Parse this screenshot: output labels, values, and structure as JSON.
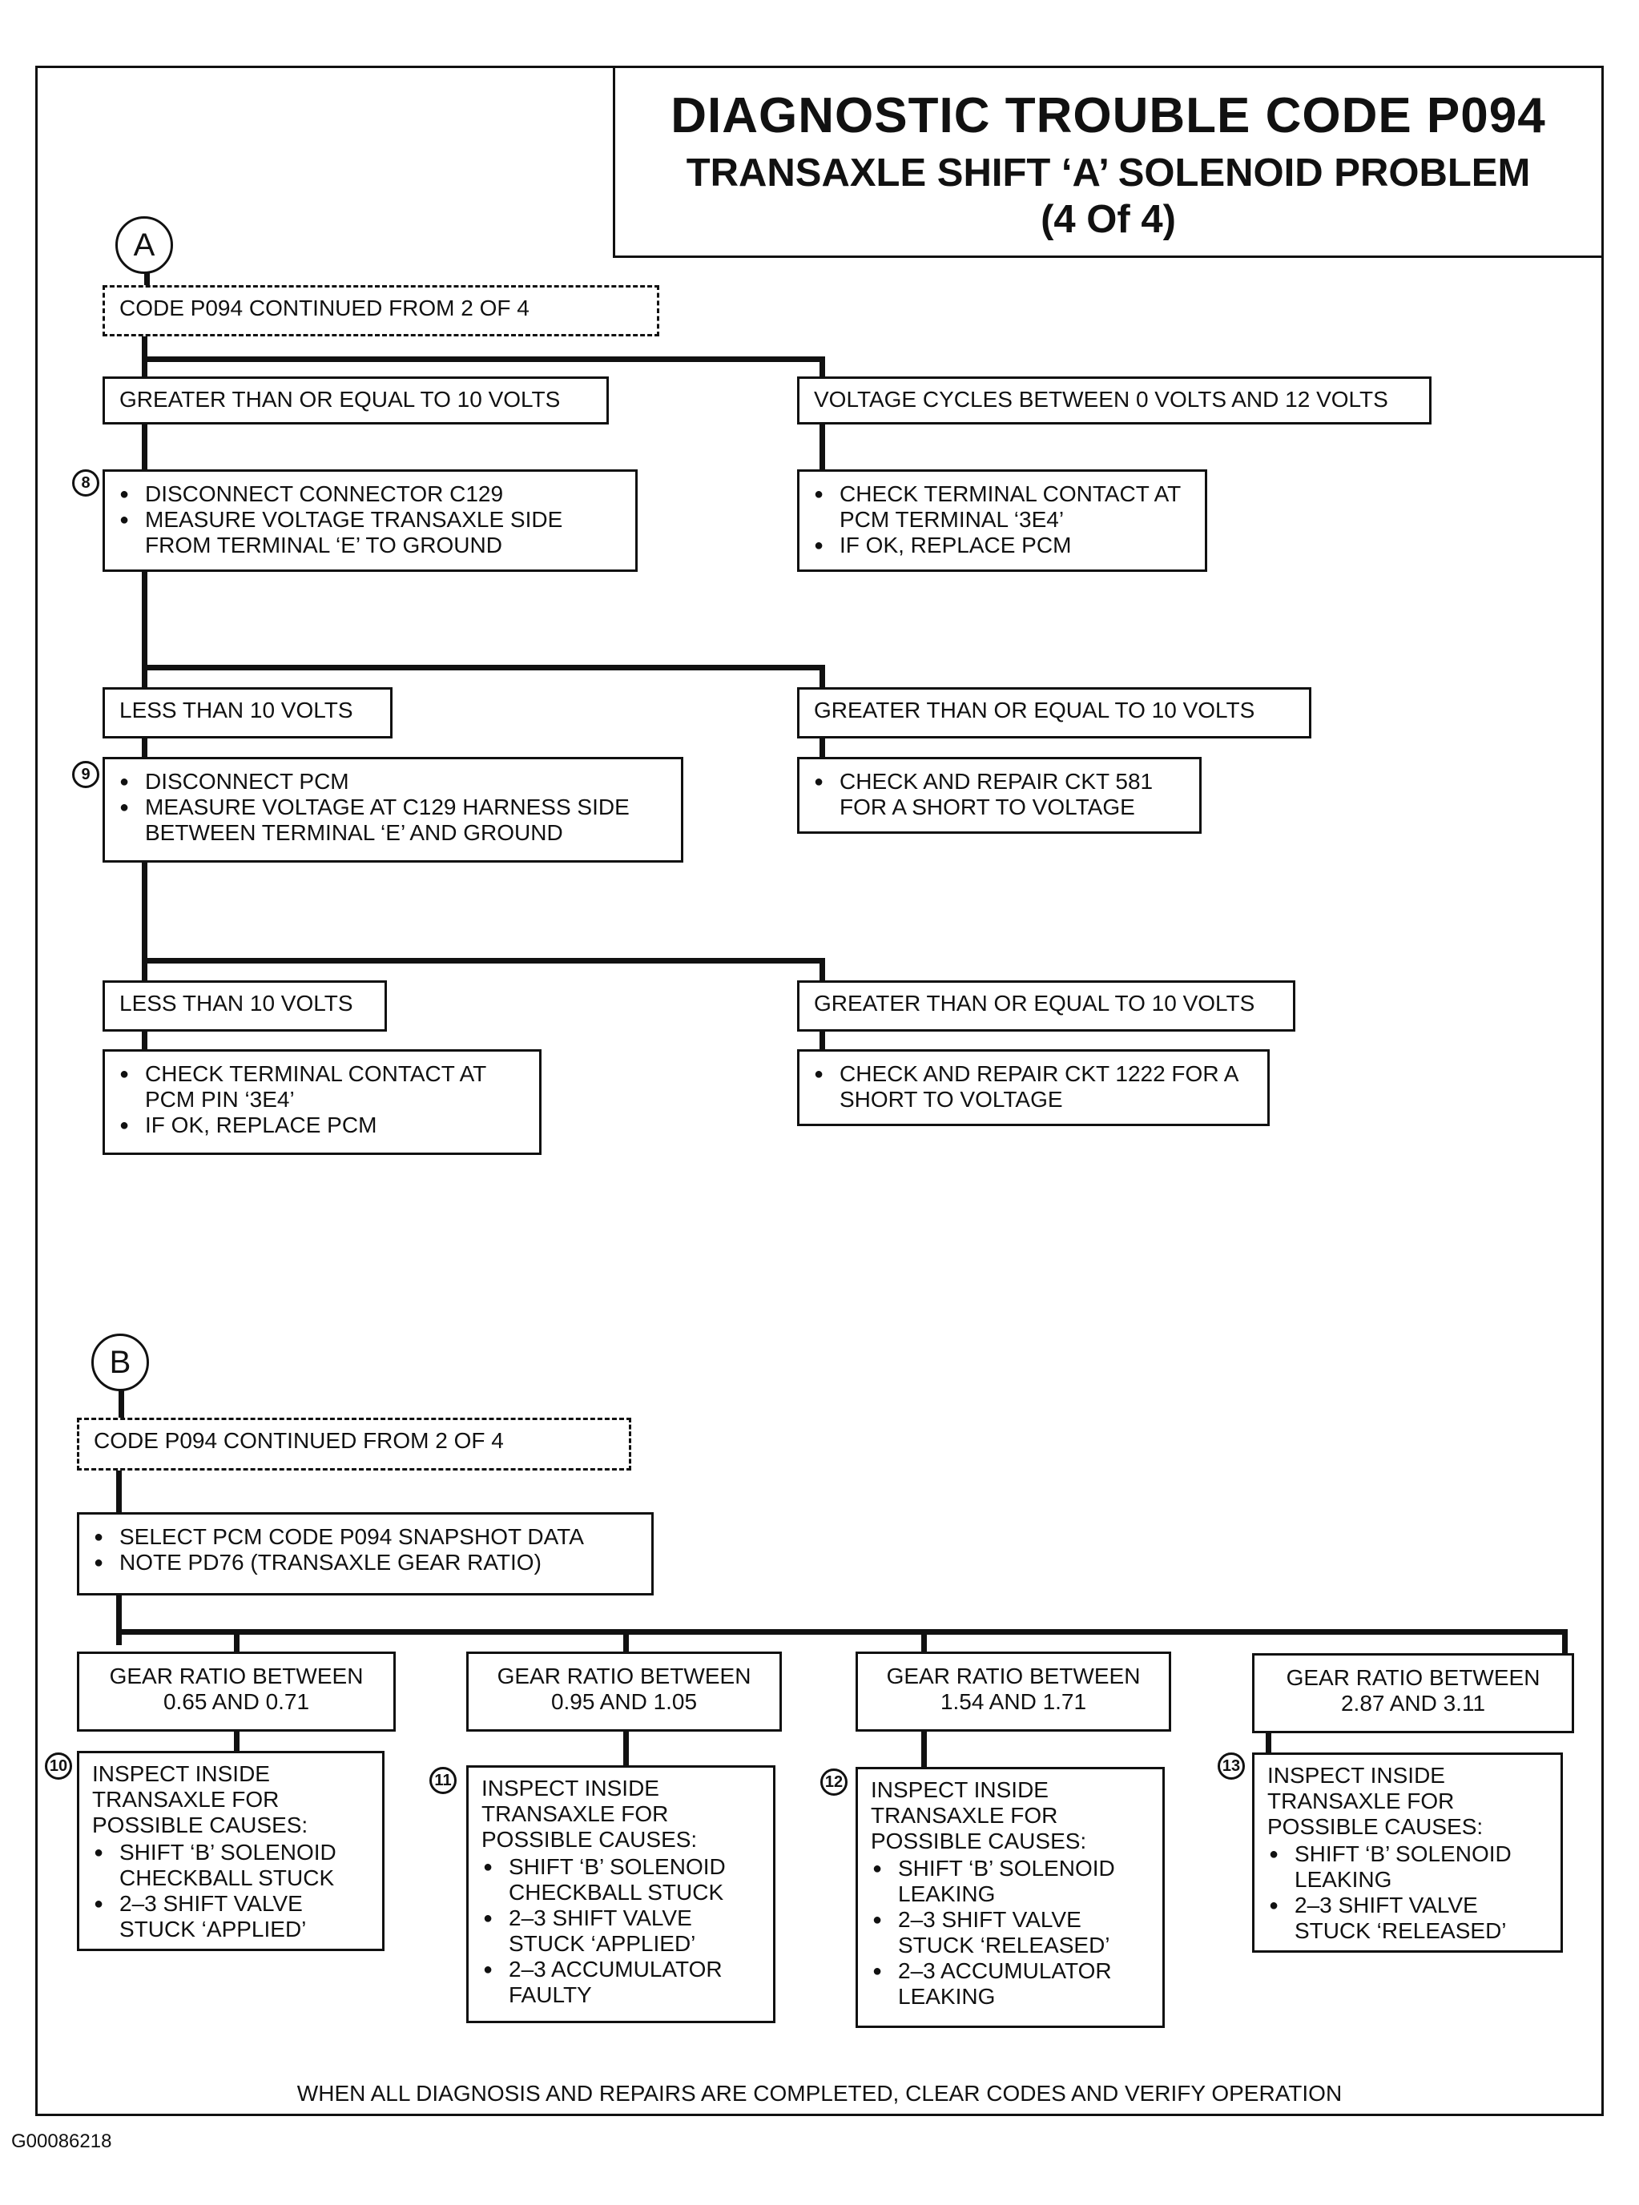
{
  "title": {
    "line1": "DIAGNOSTIC TROUBLE CODE P094",
    "line2": "TRANSAXLE SHIFT ‘A’ SOLENOID PROBLEM",
    "line3": "(4 Of 4)"
  },
  "sectionA": {
    "connector": "A",
    "continued": "CODE P094 CONTINUED FROM 2 OF 4",
    "branch1_left": "GREATER THAN OR EQUAL TO 10 VOLTS",
    "branch1_right": "VOLTAGE CYCLES BETWEEN 0 VOLTS AND 12 VOLTS",
    "step8": {
      "number": "8",
      "items": [
        "DISCONNECT CONNECTOR C129",
        "MEASURE VOLTAGE TRANSAXLE SIDE FROM TERMINAL ‘E’ TO GROUND"
      ]
    },
    "right1": {
      "items": [
        "CHECK TERMINAL CONTACT AT PCM TERMINAL ‘3E4’",
        "IF OK, REPLACE PCM"
      ]
    },
    "branch2_left": "LESS THAN 10 VOLTS",
    "branch2_right": "GREATER THAN OR EQUAL TO 10 VOLTS",
    "step9": {
      "number": "9",
      "items": [
        "DISCONNECT PCM",
        "MEASURE VOLTAGE AT C129 HARNESS SIDE BETWEEN TERMINAL ‘E’ AND GROUND"
      ]
    },
    "right2": {
      "items": [
        "CHECK AND REPAIR CKT 581 FOR A SHORT TO VOLTAGE"
      ]
    },
    "branch3_left": "LESS THAN 10 VOLTS",
    "branch3_right": "GREATER THAN OR EQUAL TO 10 VOLTS",
    "left3": {
      "items": [
        "CHECK TERMINAL CONTACT AT PCM PIN ‘3E4’",
        "IF OK, REPLACE PCM"
      ]
    },
    "right3": {
      "items": [
        "CHECK AND REPAIR CKT 1222 FOR A SHORT TO VOLTAGE"
      ]
    }
  },
  "sectionB": {
    "connector": "B",
    "continued": "CODE P094 CONTINUED FROM 2 OF 4",
    "select": {
      "items": [
        "SELECT PCM CODE P094 SNAPSHOT DATA",
        "NOTE PD76 (TRANSAXLE GEAR RATIO)"
      ]
    },
    "ratios": [
      {
        "line1": "GEAR RATIO BETWEEN",
        "line2": "0.65 AND 0.71"
      },
      {
        "line1": "GEAR RATIO BETWEEN",
        "line2": "0.95 AND 1.05"
      },
      {
        "line1": "GEAR RATIO BETWEEN",
        "line2": "1.54 AND 1.71"
      },
      {
        "line1": "GEAR RATIO BETWEEN",
        "line2": "2.87 AND 3.11"
      }
    ],
    "causes": [
      {
        "number": "10",
        "heading": "INSPECT INSIDE TRANSAXLE FOR POSSIBLE CAUSES:",
        "items": [
          "SHIFT ‘B’ SOLENOID CHECKBALL STUCK",
          "2–3 SHIFT VALVE STUCK ‘APPLIED’"
        ]
      },
      {
        "number": "11",
        "heading": "INSPECT INSIDE TRANSAXLE FOR POSSIBLE CAUSES:",
        "items": [
          "SHIFT ‘B’ SOLENOID CHECKBALL STUCK",
          "2–3 SHIFT VALVE STUCK ‘APPLIED’",
          "2–3 ACCUMULATOR FAULTY"
        ]
      },
      {
        "number": "12",
        "heading": "INSPECT INSIDE TRANSAXLE FOR POSSIBLE CAUSES:",
        "items": [
          "SHIFT ‘B’ SOLENOID LEAKING",
          "2–3 SHIFT VALVE STUCK ‘RELEASED’",
          "2–3 ACCUMULATOR LEAKING"
        ]
      },
      {
        "number": "13",
        "heading": "INSPECT INSIDE TRANSAXLE FOR POSSIBLE CAUSES:",
        "items": [
          "SHIFT ‘B’ SOLENOID LEAKING",
          "2–3 SHIFT VALVE STUCK ‘RELEASED’"
        ]
      }
    ]
  },
  "footer": "WHEN ALL DIAGNOSIS AND REPAIRS ARE COMPLETED, CLEAR CODES AND VERIFY OPERATION",
  "image_code": "G00086218"
}
